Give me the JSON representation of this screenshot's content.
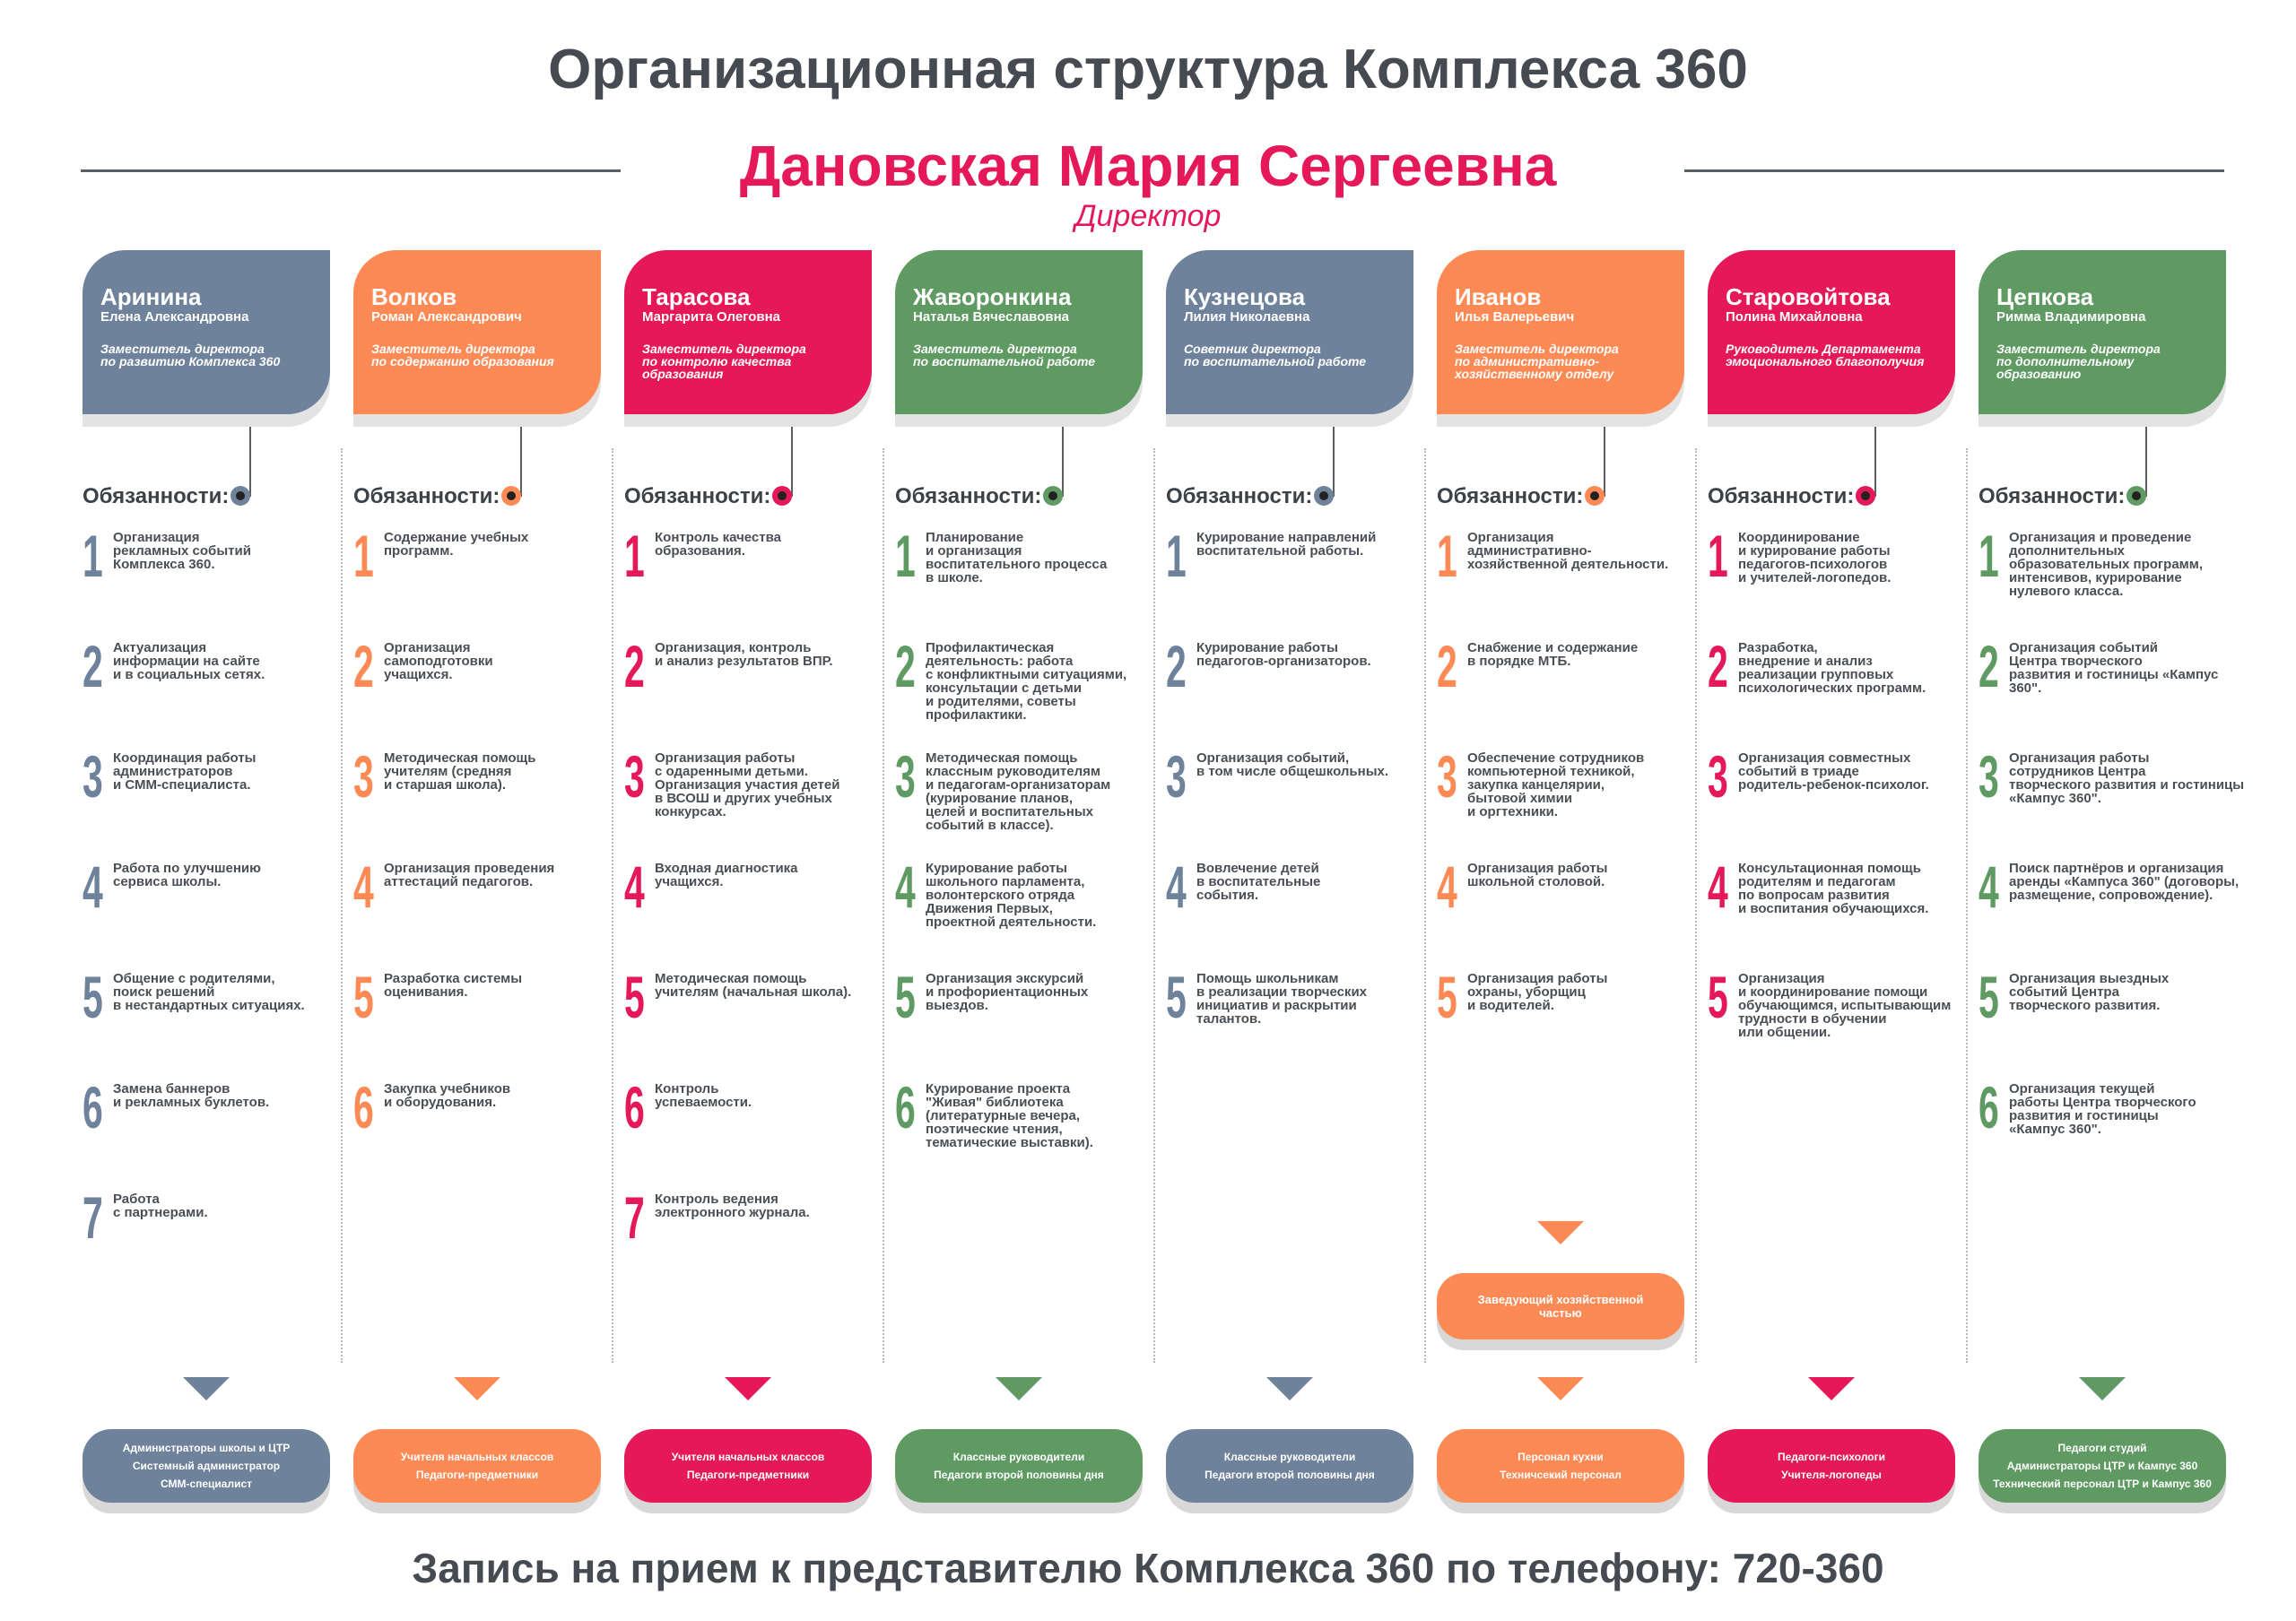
{
  "title": "Организационная структура Комплекса 360",
  "director": {
    "name": "Дановская Мария Сергеевна",
    "role": "Директор"
  },
  "duties_heading": "Обязанности:",
  "colors": {
    "slate": "#6f829b",
    "orange": "#fd8a55",
    "pink": "#e5195a",
    "green": "#5e9a62"
  },
  "columns": [
    {
      "surname": "Аринина",
      "given": "Елена Александровна",
      "role": "Заместитель директора\nпо развитию Комплекса 360",
      "color": "#6f829b",
      "duties": [
        "Организация\nрекламных событий\nКомплекса 360.",
        "Актуализация\nинформации на сайте\nи в социальных сетях.",
        "Координация работы\nадминистраторов\nи СММ-специалиста.",
        "Работа по улучшению\nсервиса школы.",
        "Общение с родителями,\nпоиск решений\nв нестандартных ситуациях.",
        "Замена баннеров\nи рекламных буклетов.",
        "Работа\nс партнерами."
      ],
      "subordinates": "Администраторы школы и ЦТР\nСистемный администратор\nСММ-специалист"
    },
    {
      "surname": "Волков",
      "given": "Роман Александрович",
      "role": "Заместитель директора\nпо содержанию образования",
      "color": "#fd8a55",
      "duties": [
        "Содержание учебных\nпрограмм.",
        "Организация\nсамоподготовки\nучащихся.",
        "Методическая помощь\nучителям (средняя\nи старшая школа).",
        "Организация проведения\nаттестаций педагогов.",
        "Разработка системы\nоценивания.",
        "Закупка учебников\nи оборудования."
      ],
      "subordinates": "Учителя начальных классов\nПедагоги-предметники"
    },
    {
      "surname": "Тарасова",
      "given": "Маргарита Олеговна",
      "role": "Заместитель директора\nпо контролю качества\nобразования",
      "color": "#e5195a",
      "duties": [
        "Контроль качества\nобразования.",
        "Организация, контроль\nи анализ результатов ВПР.",
        "Организация работы\nс одаренными детьми.\nОрганизация участия детей\nв ВСОШ и других учебных\nконкурсах.",
        "Входная диагностика\nучащихся.",
        "Методическая помощь\nучителям (начальная школа).",
        "Контроль\nуспеваемости.",
        "Контроль ведения\nэлектронного журнала."
      ],
      "subordinates": "Учителя начальных классов\nПедагоги-предметники"
    },
    {
      "surname": "Жаворонкина",
      "given": "Наталья Вячеславовна",
      "role": "Заместитель директора\nпо воспитательной работе",
      "color": "#5e9a62",
      "duties": [
        "Планирование\nи организация\nвоспитательного процесса\nв школе.",
        "Профилактическая\nдеятельность: работа\nс конфликтными ситуациями,\nконсультации с детьми\nи родителями, советы\nпрофилактики.",
        "Методическая помощь\nклассным руководителям\nи педагогам-организаторам\n(курирование планов,\nцелей и воспитательных\nсобытий в классе).",
        "Курирование работы\nшкольного парламента,\nволонтерского отряда\nДвижения Первых,\nпроектной деятельности.",
        "Организация экскурсий\nи профориентационных\nвыездов.",
        "Курирование проекта\n\"Живая\" библиотека\n(литературные вечера,\nпоэтические чтения,\nтематические выставки)."
      ],
      "subordinates": "Классные руководители\nПедагоги второй половины дня"
    },
    {
      "surname": "Кузнецова",
      "given": "Лилия Николаевна",
      "role": "Советник директора\nпо воспитательной работе",
      "color": "#6f829b",
      "duties": [
        "Курирование направлений\nвоспитательной работы.",
        "Курирование работы\nпедагогов-организаторов.",
        "Организация событий,\nв том числе общешкольных.",
        "Вовлечение детей\nв воспитательные\nсобытия.",
        "Помощь школьникам\nв реализации творческих\nинициатив и раскрытии\nталантов."
      ],
      "subordinates": "Классные руководители\nПедагоги второй половины дня"
    },
    {
      "surname": "Иванов",
      "given": "Илья Валерьевич",
      "role": "Заместитель директора\nпо административно-\nхозяйственному отделу",
      "color": "#fd8a55",
      "duties": [
        "Организация\nадминистративно-\nхозяйственной деятельности.",
        "Снабжение и содержание\nв порядке МТБ.",
        "Обеспечение сотрудников\nкомпьютерной техникой,\nзакупка канцелярии,\nбытовой химии\nи оргтехники.",
        "Организация работы\nшкольной столовой.",
        "Организация работы\nохраны, уборщиц\nи водителей."
      ],
      "extra_box": "Заведующий хозяйственной\nчастью",
      "subordinates": "Персонал кухни\nТехничсекий персонал"
    },
    {
      "surname": "Старовойтова",
      "given": "Полина Михайловна",
      "role": "Руководитель Департамента\nэмоционального благополучия",
      "color": "#e5195a",
      "duties": [
        "Координирование\nи курирование работы\nпедагогов-психологов\nи учителей-логопедов.",
        "Разработка,\nвнедрение и анализ\nреализации групповых\nпсихологических программ.",
        "Организация совместных\nсобытий в триаде\nродитель-ребенок-психолог.",
        "Консультационная помощь\nродителям и педагогам\nпо вопросам развития\nи воспитания обучающихся.",
        "Организация\nи координирование помощи\nобучающимся, испытывающим\nтрудности в обучении\nили общении."
      ],
      "subordinates": "Педагоги-психологи\nУчителя-логопеды"
    },
    {
      "surname": "Цепкова",
      "given": "Римма Владимировна",
      "role": "Заместитель директора\nпо дополнительному\nобразованию",
      "color": "#5e9a62",
      "duties": [
        "Организация и проведение\nдополнительных\nобразовательных программ,\nинтенсивов, курирование\nнулевого класса.",
        "Организация событий\nЦентра творческого\nразвития и гостиницы «Кампус 360\".",
        "Организация работы\nсотрудников Центра\nтворческого развития и гостиницы\n«Кампус 360\".",
        "Поиск партнёров и организация\nаренды «Кампуса 360\" (договоры,\nразмещение, сопровождение).",
        "Организация выездных\nсобытий Центра\nтворческого развития.",
        "Организация текущей\nработы  Центра творческого\nразвития и гостиницы\n«Кампус 360\"."
      ],
      "subordinates": "Педагоги студий\nАдминистраторы ЦТР и Кампус 360\nТехнический персонал ЦТР и Кампус 360"
    }
  ],
  "footer": "Запись на прием к представителю Комплекса 360 по телефону: 720-360"
}
